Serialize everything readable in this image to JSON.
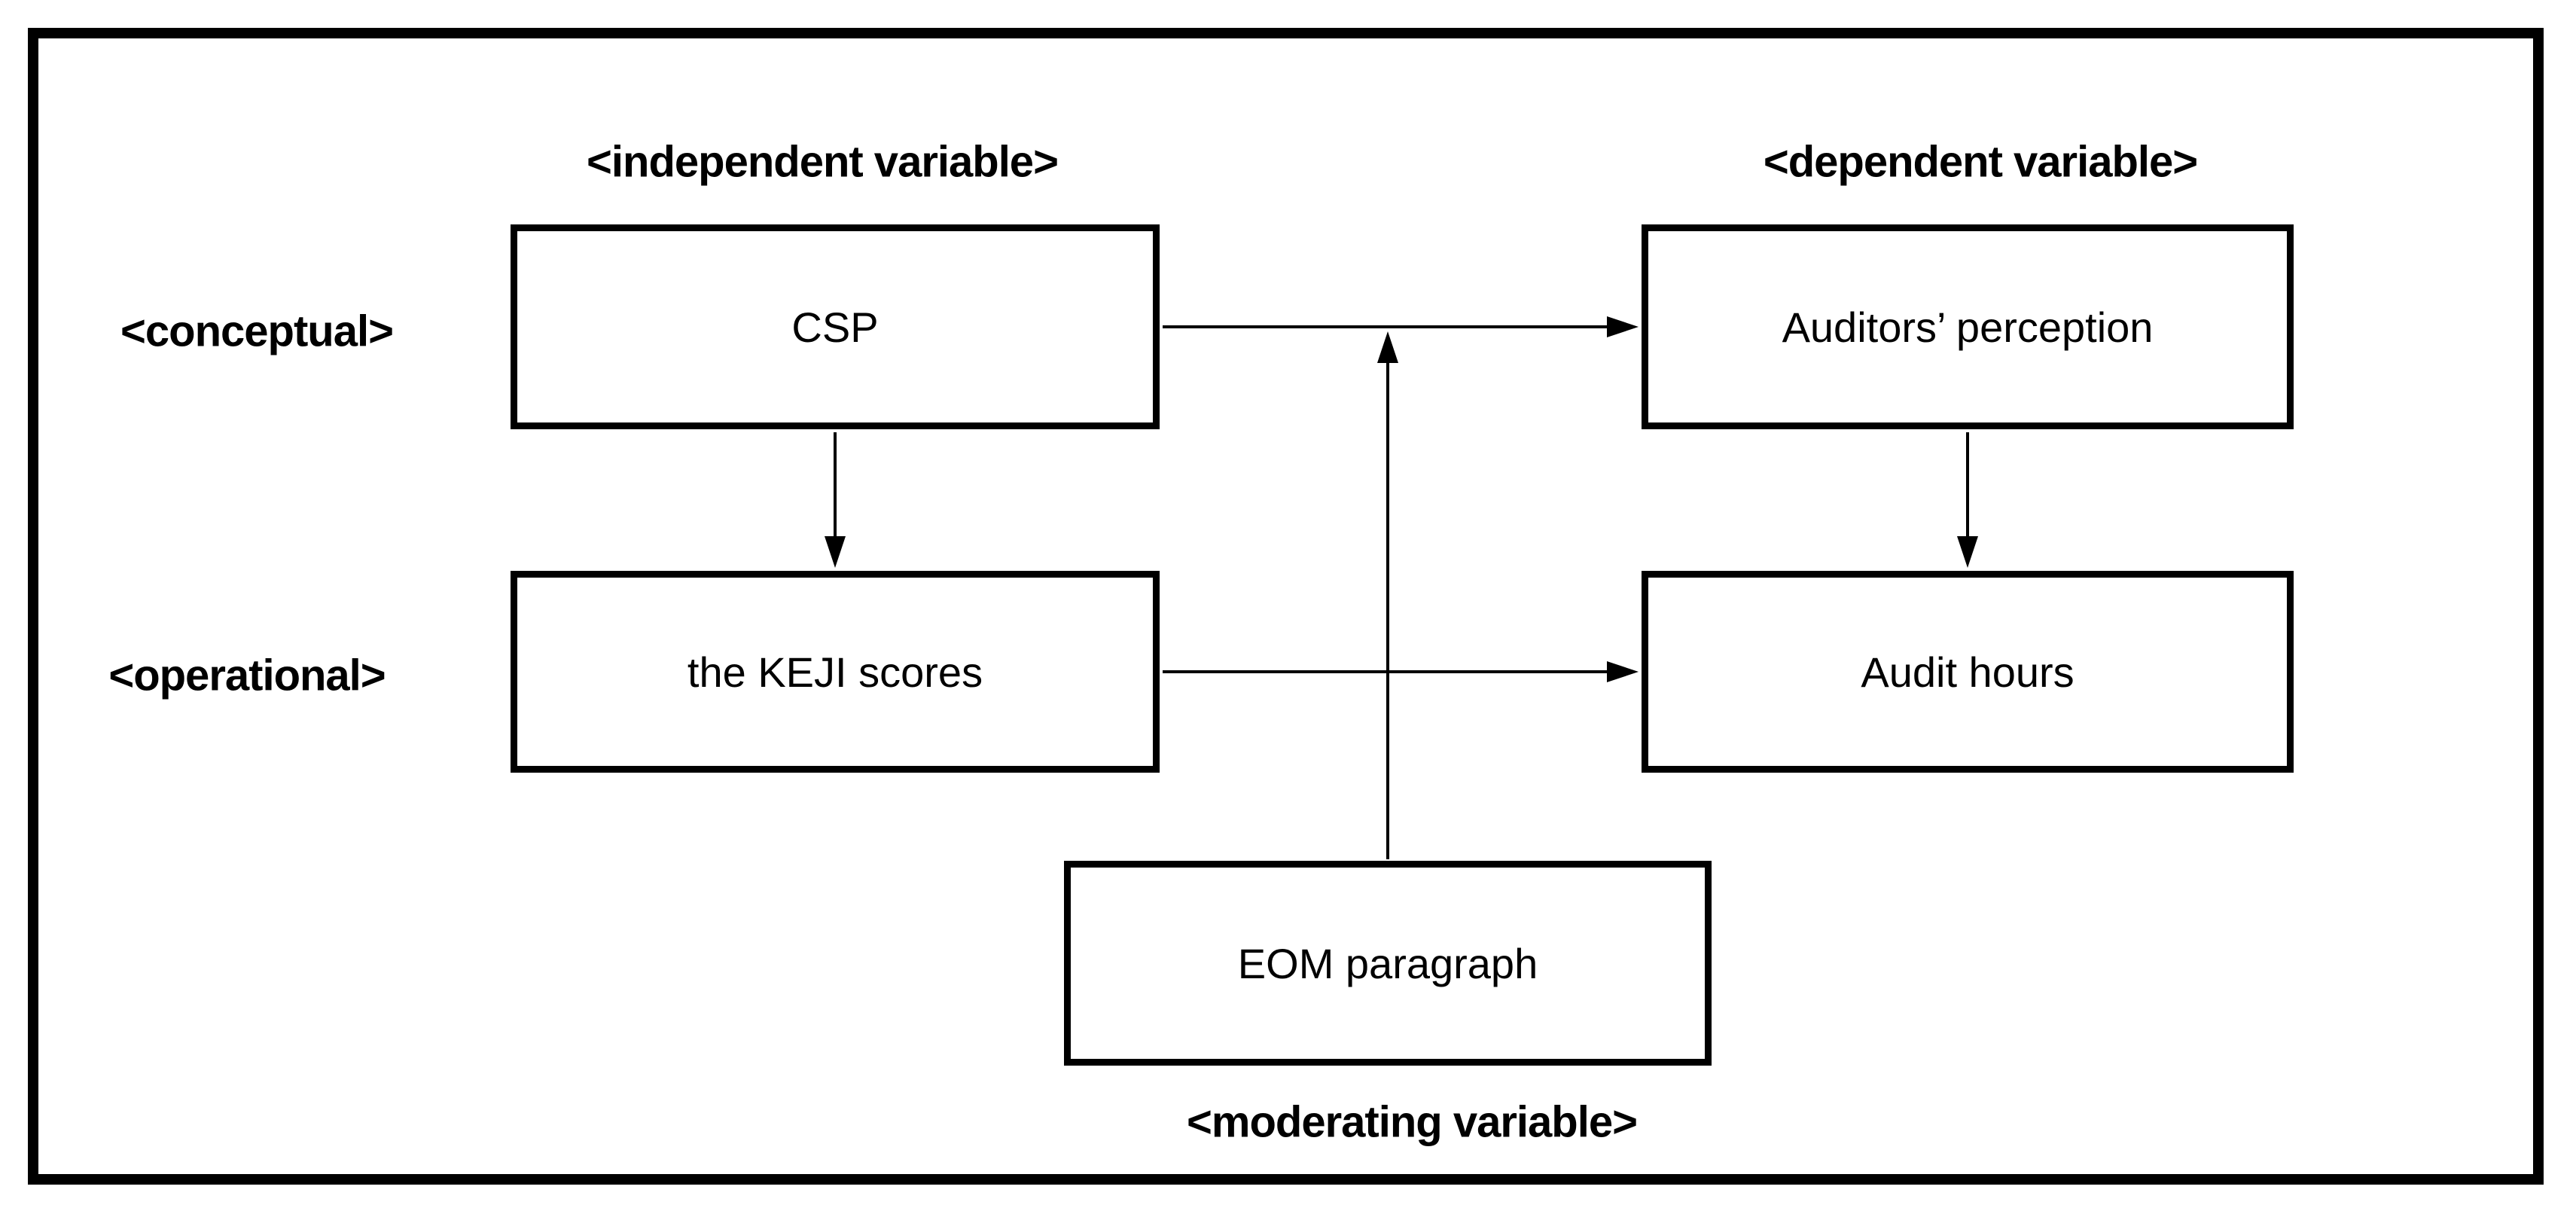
{
  "diagram": {
    "labels": {
      "independent": "<independent variable>",
      "dependent": "<dependent variable>",
      "conceptual": "<conceptual>",
      "operational": "<operational>",
      "moderating": "<moderating variable>"
    },
    "boxes": {
      "csp": "CSP",
      "auditors_perception": "Auditors’ perception",
      "keji_scores": "the KEJI scores",
      "audit_hours": "Audit hours",
      "eom_paragraph": "EOM paragraph"
    },
    "colors": {
      "line": "#000000",
      "background": "#ffffff"
    }
  }
}
